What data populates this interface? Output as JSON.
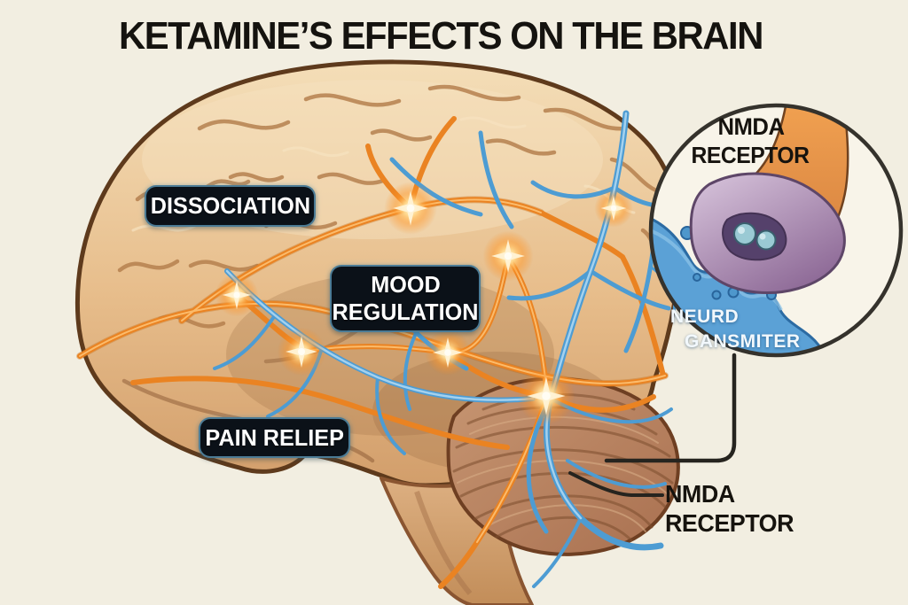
{
  "title": "KETAMINE’S EFFECTS ON THE BRAIN",
  "brain_labels": {
    "dissociation": "DISSOCIATION",
    "mood_line1": "MOOD",
    "mood_line2": "REGULATION",
    "pain": "PAIN RELIEP"
  },
  "inset": {
    "title_line1": "NMDA",
    "title_line2": "RECEPTOR",
    "neurotransmitter_line1": "NEURD",
    "neurotransmitter_line2": "GANSMITER"
  },
  "callout": {
    "label_line1": "NMDA",
    "label_line2": "RECEPTOR"
  },
  "colors": {
    "background": "#f2eee1",
    "label_pill": "#0b1118",
    "orange_pathway": "#ea8322",
    "blue_pathway": "#4d9cd3",
    "brain_tan": "#eac795",
    "cerebellum_brown": "#b8835f",
    "inset_wave_blue": "#5ba1d6",
    "synapse_purple": "#97729f",
    "axon_orange": "#e8933f"
  }
}
